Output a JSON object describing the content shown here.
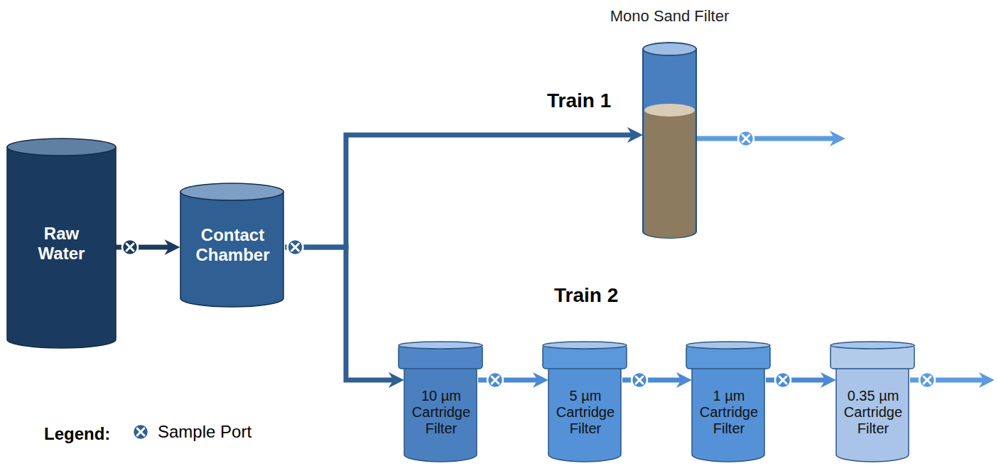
{
  "diagram": {
    "nodes": [
      {
        "text": [
          "Raw Water"
        ]
      },
      {
        "text": [
          "Contact Chamber"
        ]
      },
      {
        "text": [
          "Mono Sand Filter"
        ]
      },
      {
        "text": [
          "10 µm Cartridge Filter"
        ]
      },
      {
        "text": [
          "5 µm Cartridge Filter"
        ]
      },
      {
        "text": [
          "1 µm Cartridge Filter"
        ]
      },
      {
        "text": [
          "0.35 µm Cartridge Filter"
        ]
      }
    ],
    "edges": [
      {
        "from": 0,
        "to": 1,
        "arrow": "to"
      },
      {
        "from": 1,
        "to": 2,
        "arrow": "to"
      },
      {
        "from": 1,
        "to": 3,
        "arrow": "to"
      },
      {
        "from": 3,
        "to": 4,
        "arrow": "to"
      },
      {
        "from": 4,
        "to": 5,
        "arrow": "to"
      },
      {
        "from": 5,
        "to": 6,
        "arrow": "to"
      }
    ],
    "labels": [
      "Train 1",
      "Train 2",
      "Legend:"
    ],
    "legend": [
      {
        "text": "Sample Port"
      }
    ]
  }
}
